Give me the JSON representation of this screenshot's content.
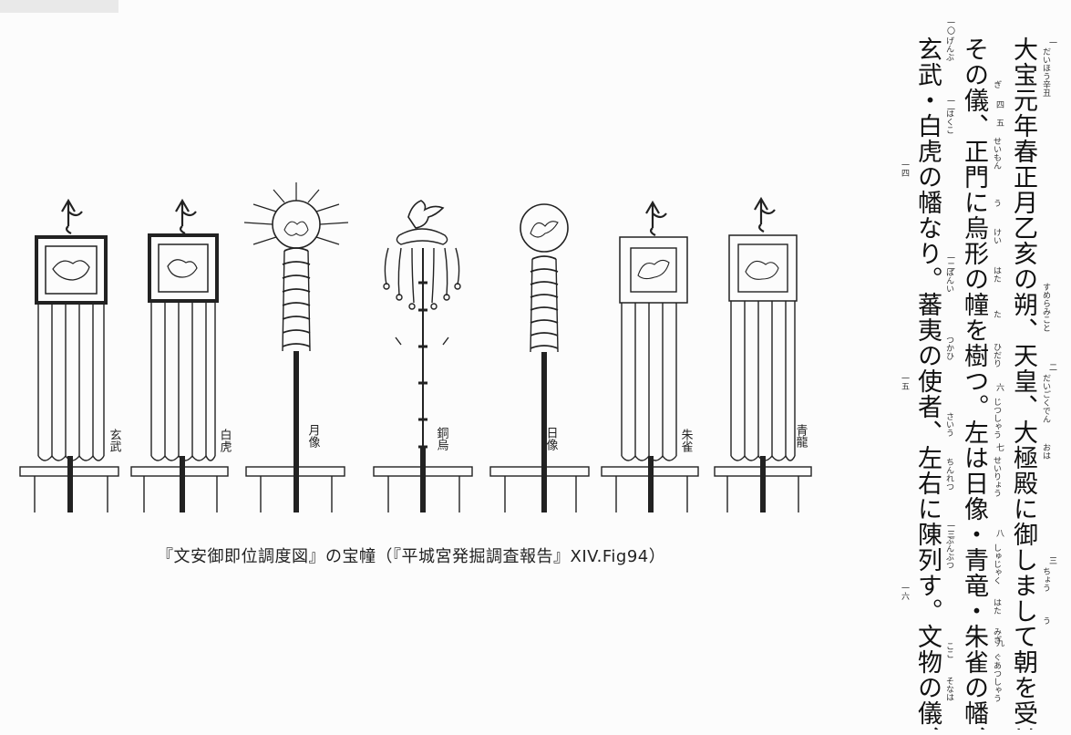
{
  "caption": "『文安御即位調度図』の宝幢（『平城宮発掘調査報告』XIV.Fig94）",
  "banners": [
    {
      "label": "玄武"
    },
    {
      "label": "白虎"
    },
    {
      "label": "月像"
    },
    {
      "label": "銅烏"
    },
    {
      "label": "日像"
    },
    {
      "label": "朱雀"
    },
    {
      "label": "青龍"
    }
  ],
  "text_lines": [
    "大宝元年春正月乙亥の朔、天皇、大極殿に御しまして朝を受けたまふ。",
    "その儀、正門に烏形の幢を樹つ。左は日像・青竜・朱雀の幡、右は月像・",
    "玄武・白虎の幡なり。蕃夷の使者、左右に陳列す。文物の儀、是に備れり"
  ],
  "annotation_numbers": [
    "一",
    "二",
    "三",
    "四",
    "五",
    "六",
    "七",
    "八",
    "九",
    "一〇",
    "一一",
    "一二",
    "一三",
    "一四",
    "一五",
    "一六"
  ],
  "ruby": {
    "taihou_kanoto": "だいほう辛丑",
    "sumeramikoto": "すめらみこと",
    "daigokuden": "だいごくでん",
    "oha": "おは",
    "chou": "ちょう",
    "u": "う",
    "gi": "ぎ",
    "seimon": "せいもん",
    "u2": "う",
    "kei": "けい",
    "hata": "はた",
    "ta": "た",
    "hidari": "ひだり",
    "jitsuzou": "じつしゃう",
    "seiryou": "せいりょう",
    "shujaku": "しゅじゃく",
    "hata2": "はた",
    "migi": "みぎ",
    "gatsuzou": "ぐあつしゃう",
    "genbu": "げんぶ",
    "byakko": "はくこ",
    "banii": "ばんい",
    "tsukahi": "つかひ",
    "sau": "さいう",
    "chinretsu": "ちんれつ",
    "bunbutsu": "ぶんぶつ",
    "koko": "ここ",
    "sonaha": "そなは"
  }
}
